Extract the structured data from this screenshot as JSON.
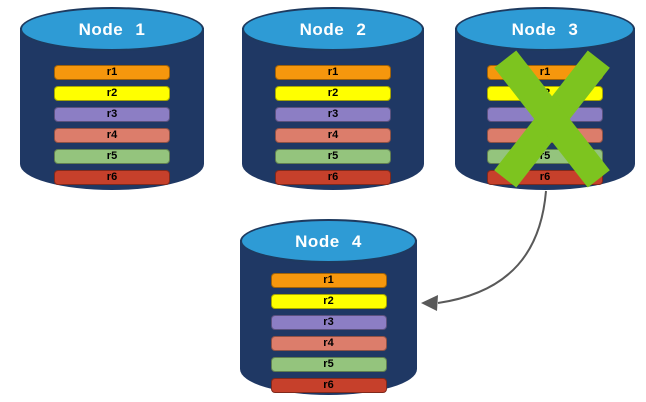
{
  "diagram": {
    "background": "#FFFFFF",
    "colors": {
      "cylinder_body": "#1F3864",
      "cylinder_top_fill": "#2E9BD5",
      "cylinder_top_border": "#1E3A5F",
      "title_text": "#FFFFFF",
      "record_text": "#000000",
      "x_mark": "#7DC41F",
      "arrow": "#595959"
    },
    "nodes": [
      {
        "title": "Node 1",
        "failed": false,
        "records": [
          {
            "label": "r1",
            "color": "#F6970D"
          },
          {
            "label": "r2",
            "color": "#FFFF00"
          },
          {
            "label": "r3",
            "color": "#8C7EC4"
          },
          {
            "label": "r4",
            "color": "#DC7D6B"
          },
          {
            "label": "r5",
            "color": "#94C47D"
          },
          {
            "label": "r6",
            "color": "#C6402B"
          }
        ]
      },
      {
        "title": "Node 2",
        "failed": false,
        "records": [
          {
            "label": "r1",
            "color": "#F6970D"
          },
          {
            "label": "r2",
            "color": "#FFFF00"
          },
          {
            "label": "r3",
            "color": "#8C7EC4"
          },
          {
            "label": "r4",
            "color": "#DC7D6B"
          },
          {
            "label": "r5",
            "color": "#94C47D"
          },
          {
            "label": "r6",
            "color": "#C6402B"
          }
        ]
      },
      {
        "title": "Node 3",
        "failed": true,
        "records": [
          {
            "label": "r1",
            "color": "#F6970D"
          },
          {
            "label": "r2",
            "color": "#FFFF00"
          },
          {
            "label": "r3",
            "color": "#8C7EC4"
          },
          {
            "label": "r4",
            "color": "#DC7D6B"
          },
          {
            "label": "r5",
            "color": "#94C47D"
          },
          {
            "label": "r6",
            "color": "#C6402B"
          }
        ]
      },
      {
        "title": "Node 4",
        "failed": false,
        "records": [
          {
            "label": "r1",
            "color": "#F6970D"
          },
          {
            "label": "r2",
            "color": "#FFFF00"
          },
          {
            "label": "r3",
            "color": "#8C7EC4"
          },
          {
            "label": "r4",
            "color": "#DC7D6B"
          },
          {
            "label": "r5",
            "color": "#94C47D"
          },
          {
            "label": "r6",
            "color": "#C6402B"
          }
        ]
      }
    ],
    "failure": {
      "node": "Node 3",
      "color": "#7DC41F"
    },
    "arrow": {
      "from": "Node 3",
      "to": "Node 4",
      "color": "#595959"
    }
  }
}
